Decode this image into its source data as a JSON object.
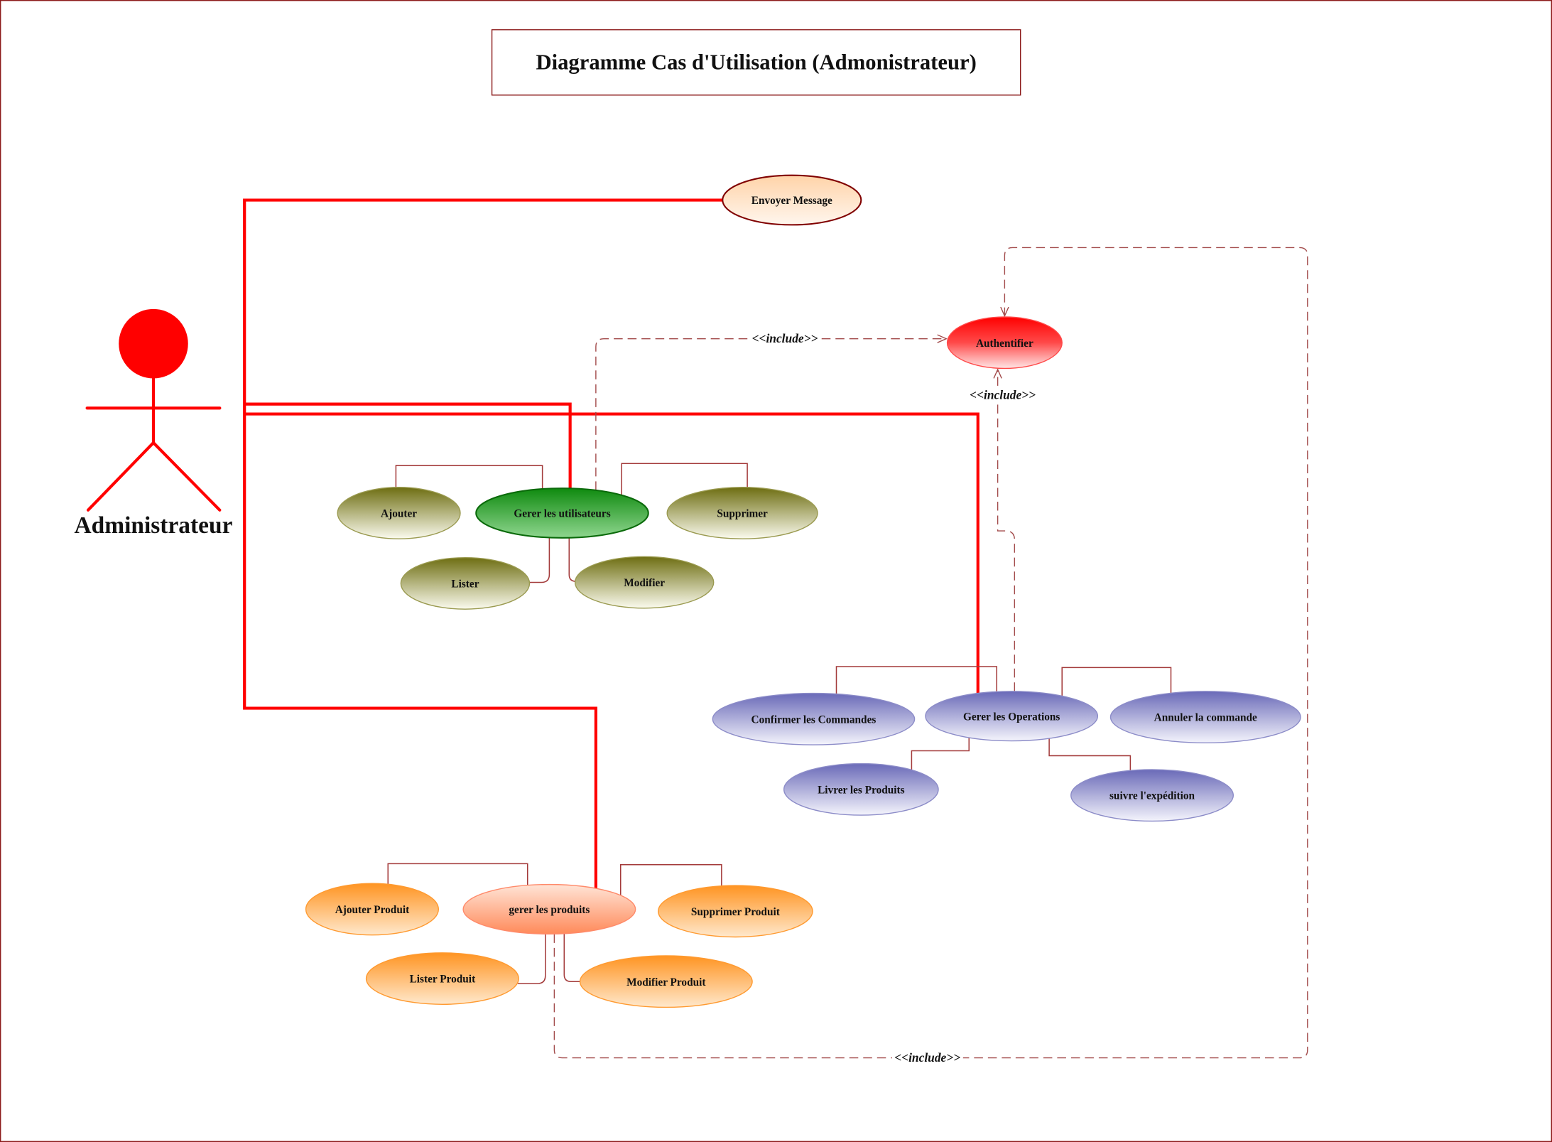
{
  "title": "Diagramme Cas d'Utilisation (Admonistrateur)",
  "actor": {
    "name": "Administrateur"
  },
  "use_cases": {
    "envoyer_message": "Envoyer Message",
    "authentifier": "Authentifier",
    "gerer_utilisateurs": "Gerer les utilisateurs",
    "ajouter": "Ajouter",
    "supprimer": "Supprimer",
    "lister": "Lister",
    "modifier": "Modifier",
    "gerer_operations": "Gerer les Operations",
    "confirmer_commandes": "Confirmer les Commandes",
    "annuler_commande": "Annuler la commande",
    "livrer_produits": "Livrer les Produits",
    "suivre_expedition": "suivre l'expédition",
    "gerer_produits": "gerer les produits",
    "ajouter_produit": "Ajouter Produit",
    "supprimer_produit": "Supprimer Produit",
    "lister_produit": "Lister Produit",
    "modifier_produit": "Modifier Produit"
  },
  "include_labels": [
    "<<include>>",
    "<<include>>",
    "<<include>>"
  ],
  "colors": {
    "association": "#ff0000",
    "actor": "#ff0000",
    "include": "#a24a4a",
    "link": "#a33a3a",
    "frame": "#8b1a1a"
  }
}
